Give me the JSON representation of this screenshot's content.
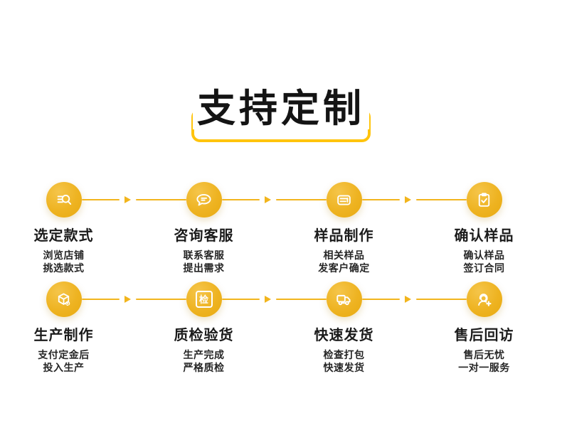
{
  "title": "支持定制",
  "colors": {
    "accent_yellow": "#ffc40d",
    "circle_gold": "#eeb321",
    "connector_yellow": "#f2b51d",
    "title_text": "#141414",
    "body_text": "#262626"
  },
  "steps": [
    {
      "icon": "search-list-icon",
      "title": "选定款式",
      "line1": "浏览店铺",
      "line2": "挑选款式"
    },
    {
      "icon": "chat-bubble-icon",
      "title": "咨询客服",
      "line1": "联系客服",
      "line2": "提出需求"
    },
    {
      "icon": "sample-document-icon",
      "title": "样品制作",
      "line1": "相关样品",
      "line2": "发客户确定"
    },
    {
      "icon": "clipboard-check-icon",
      "title": "确认样品",
      "line1": "确认样品",
      "line2": "签订合同"
    },
    {
      "icon": "production-box-gear-icon",
      "title": "生产制作",
      "line1": "支付定金后",
      "line2": "投入生产"
    },
    {
      "icon": "inspection-box-icon",
      "title": "质检验货",
      "line1": "生产完成",
      "line2": "严格质检",
      "icon_char": "检"
    },
    {
      "icon": "delivery-truck-icon",
      "title": "快速发货",
      "line1": "检查打包",
      "line2": "快速发货"
    },
    {
      "icon": "aftersales-headset-icon",
      "title": "售后回访",
      "line1": "售后无忧",
      "line2": "一对一服务"
    }
  ]
}
